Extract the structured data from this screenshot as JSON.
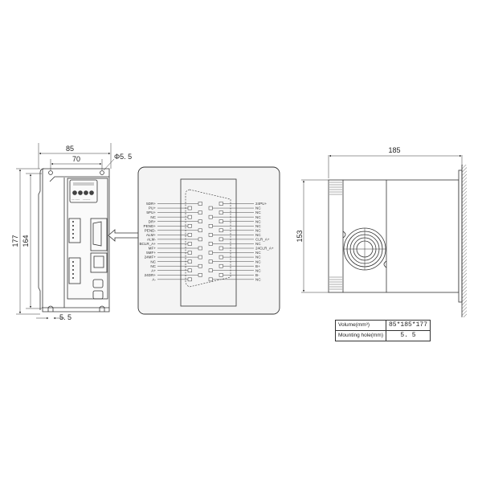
{
  "front_view": {
    "width_overall": "85",
    "hole_spacing": "70",
    "hole_diameter": "Φ5. 5",
    "height_overall": "177",
    "height_holes": "164",
    "slot_width": "5. 5"
  },
  "side_view": {
    "depth": "185",
    "height": "153"
  },
  "connector": {
    "left_labels": [
      "5DR+",
      "PU+",
      "5PU+",
      "NC",
      "DR+",
      "PEND+",
      "PEND-",
      "ALM+",
      "ALM-",
      "BCLR_A+",
      "MF+",
      "5MF+",
      "24MF+",
      "NC",
      "NC",
      "A+",
      "24DR+",
      "A-"
    ],
    "right_labels": [
      "24PU+",
      "NC",
      "NC",
      "NC",
      "NC",
      "NC",
      "NC",
      "NC",
      "CLR_A+",
      "NC",
      "24CLR_A+",
      "NC",
      "NC",
      "NC",
      "B+",
      "NC",
      "B-",
      "NC"
    ]
  },
  "spec_table": {
    "rows": [
      {
        "key": "Volume(mm³)",
        "value": "85*185*177"
      },
      {
        "key": "Mounting hole(mm)",
        "value": "5. 5"
      }
    ]
  },
  "colors": {
    "line": "#333333",
    "background": "#ffffff",
    "panel_bg": "#f2f2f2",
    "table_border": "#333333"
  }
}
